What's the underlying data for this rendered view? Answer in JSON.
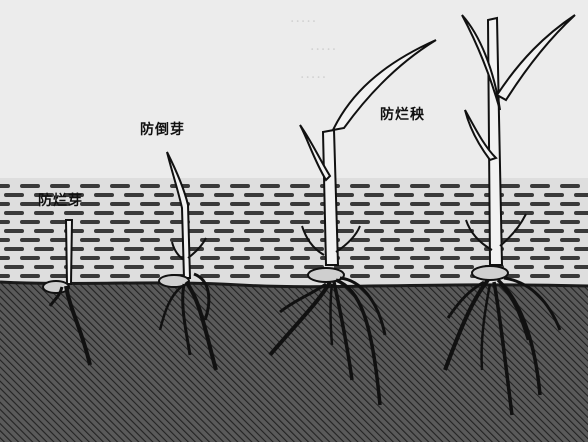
{
  "labels": {
    "sprout_rot": "防烂芽",
    "sprout_lodge": "防倒芽",
    "seedling_rot": "防烂秧"
  },
  "colors": {
    "background": "#ececec",
    "ink": "#111111",
    "soil_fill": "#4d4d4d",
    "mud_band": "#d6d6d6"
  }
}
